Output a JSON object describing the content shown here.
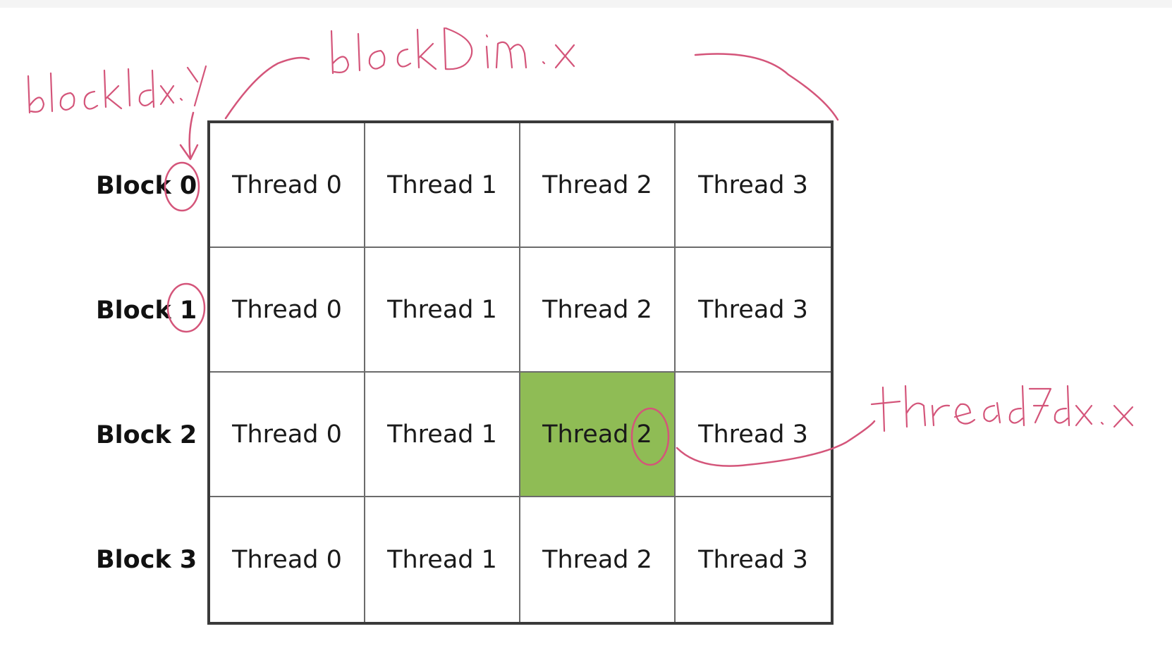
{
  "blocks": [
    "Block 0",
    "Block 1",
    "Block 2",
    "Block 3"
  ],
  "threads": [
    "Thread 0",
    "Thread 1",
    "Thread 2",
    "Thread 3"
  ],
  "highlight": {
    "block": 2,
    "thread": 2
  },
  "colors": {
    "highlight_fill": "#8fbc55",
    "annotation_ink": "#d4557a",
    "grid_border": "#3a3a3a"
  },
  "annotations": {
    "block_idx": "blockIdx.y",
    "block_dim": "blockDim.x",
    "thread_idx": "threadIdx.x"
  }
}
